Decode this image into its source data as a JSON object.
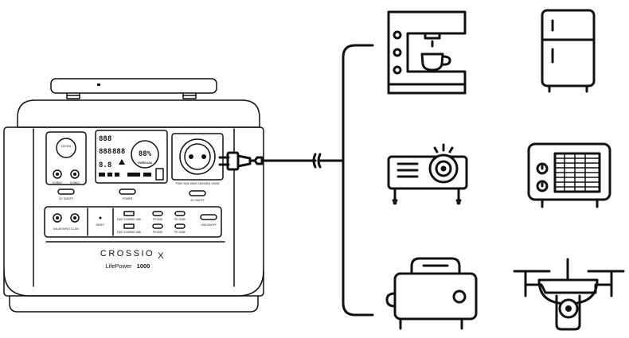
{
  "power_station": {
    "brand": "CROSSIO",
    "brand_mark": "X",
    "model": "LifePower",
    "model_number": "1000",
    "labels": {
      "car_port": "12V/10A",
      "dc_in_1": "DC5521",
      "dc_in_2": "DC5521",
      "dc_switch": "DC ON/OFF",
      "solar_input": "SOLAR INPUT 12-32V",
      "usb_switch": "USB ON/OFF",
      "power": "POWER",
      "reset": "RESET",
      "fast_charge_1": "FAST CHARGE 18W",
      "fast_charge_2": "FAST CHARGE 18W",
      "usb_pd_1": "PD 60W",
      "usb_pd_2": "PD 60W",
      "usb_pd_3": "PD 100W",
      "usb_pd_4": "PD 100W",
      "ac_spec": "PURE SINE WAVE 230V/50Hz 1000W",
      "ac_switch": "AC ON/OFF"
    },
    "display": {
      "row1": "888",
      "row2": "888",
      "row3": "888",
      "row4": "8.8",
      "percent": "88%",
      "status": "OVERLOAD"
    }
  },
  "appliances": [
    {
      "name": "coffee-machine"
    },
    {
      "name": "refrigerator"
    },
    {
      "name": "projector"
    },
    {
      "name": "heater"
    },
    {
      "name": "toaster"
    },
    {
      "name": "drone"
    }
  ]
}
